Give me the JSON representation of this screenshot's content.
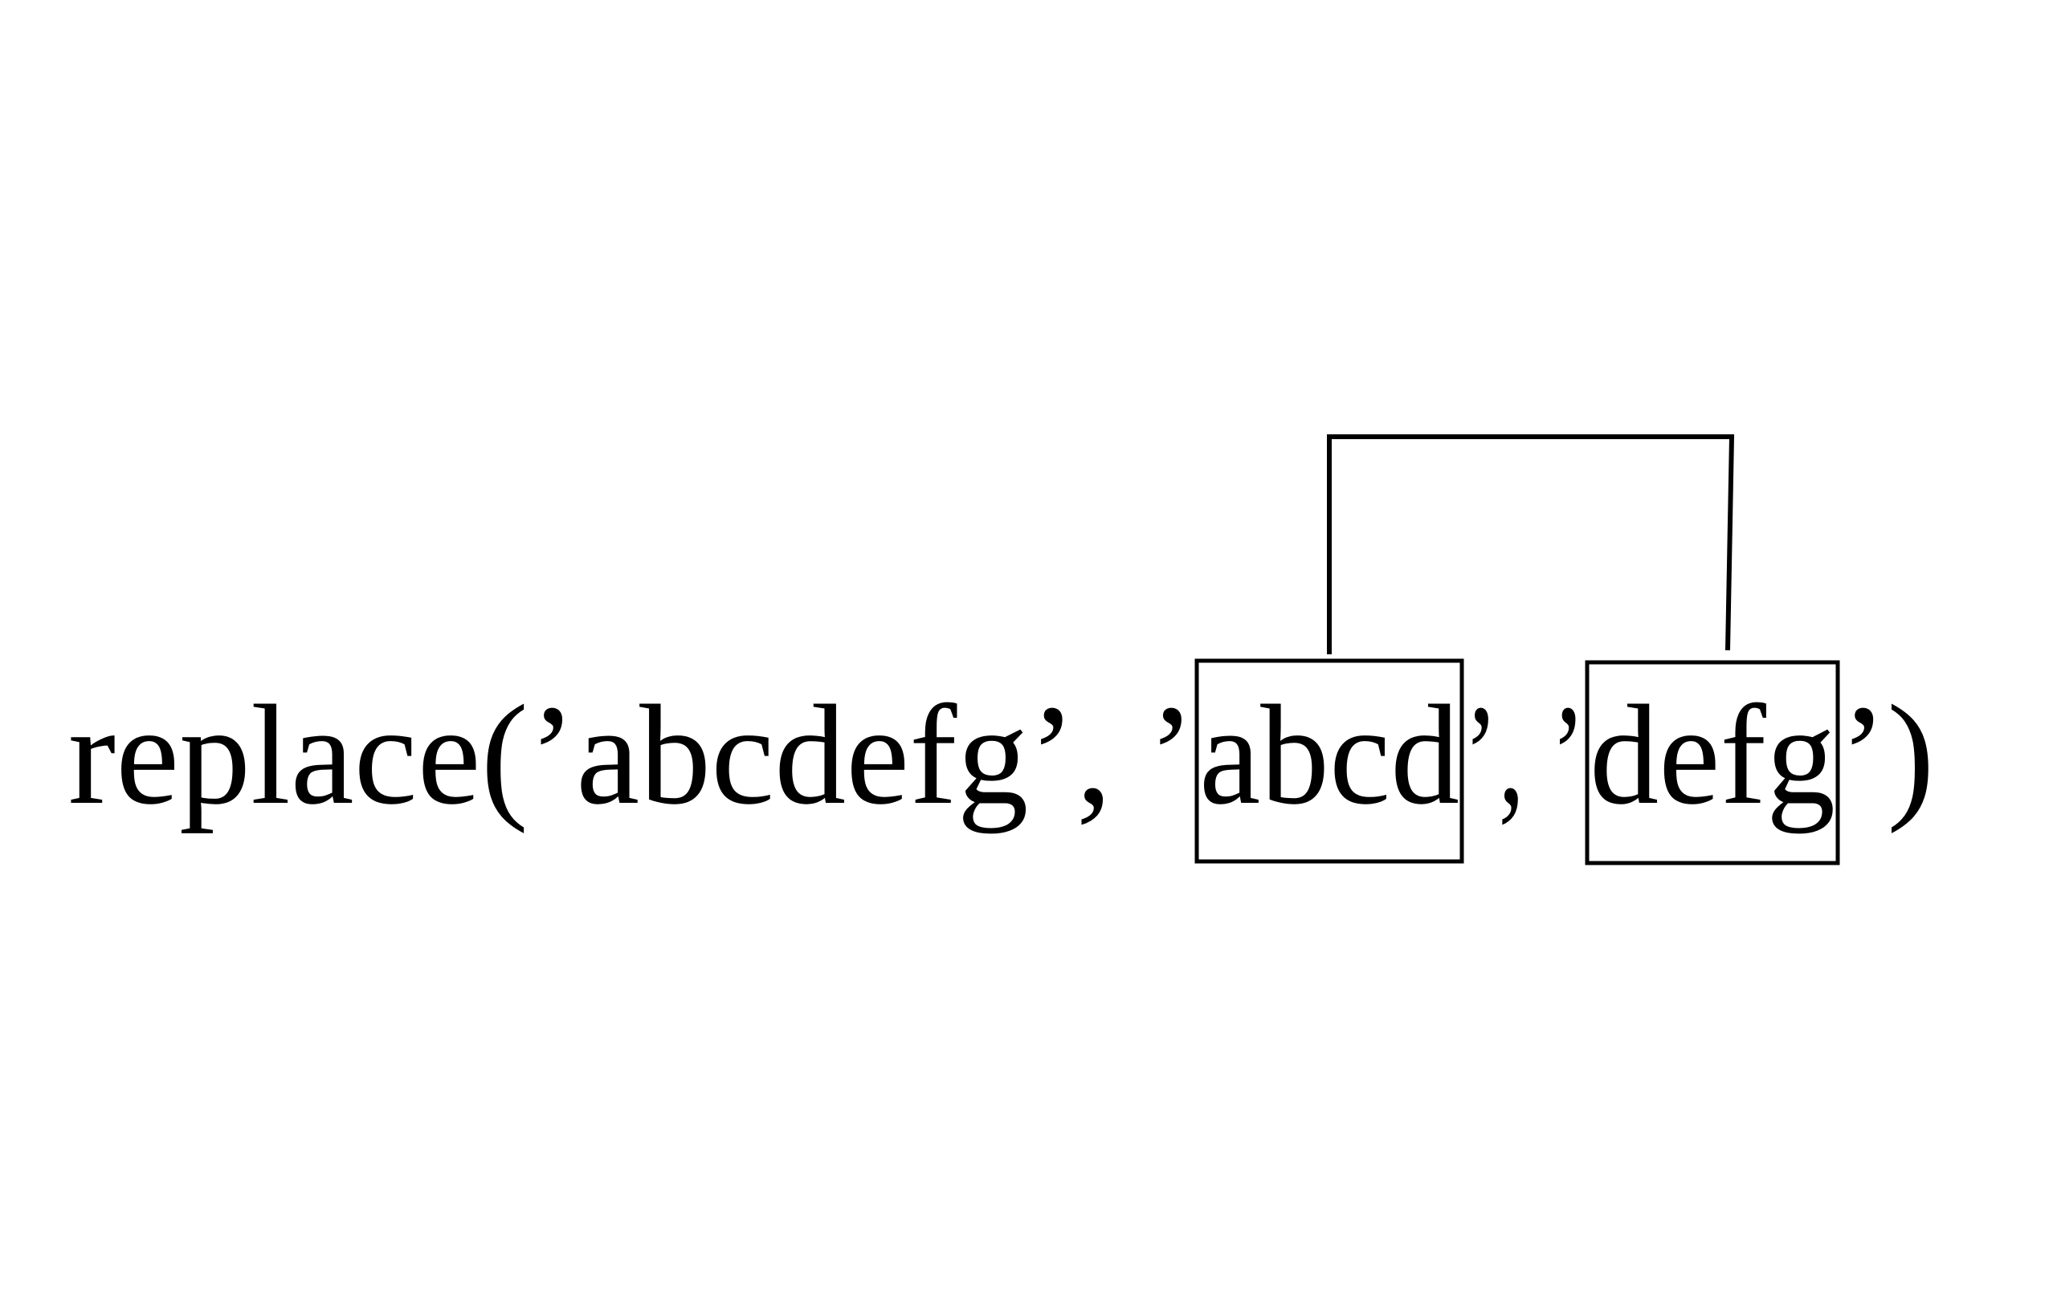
{
  "expression": {
    "prefix": "replace(’abcdefg’, ’",
    "highlight_a": "abcd",
    "middle": "’, ’",
    "highlight_b": "defg",
    "suffix": "’)"
  },
  "colors": {
    "background": "#ffffff",
    "ink": "#000000"
  }
}
